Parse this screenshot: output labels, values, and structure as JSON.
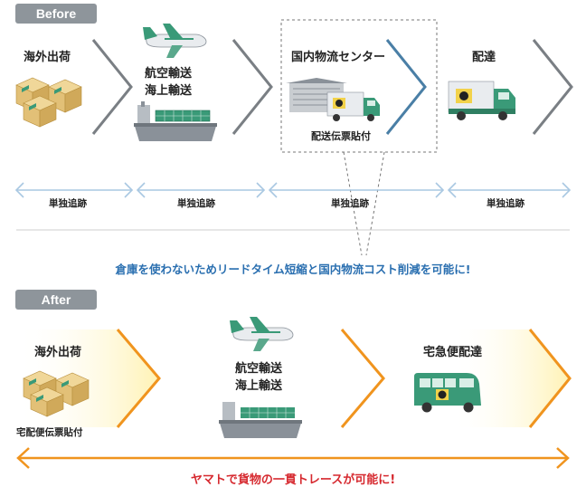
{
  "before": {
    "badge": "Before",
    "steps": [
      "海外出荷",
      "航空輸送\n海上輸送",
      "国内物流センター",
      "配達"
    ],
    "center_sub": "配送伝票貼付",
    "tracking": [
      "単独追跡",
      "単独追跡",
      "単独追跡",
      "単独追跡"
    ],
    "note": "倉庫を使わないためリードタイム短縮と国内物流コスト削減を可能に!"
  },
  "after": {
    "badge": "After",
    "steps": [
      "海外出荷",
      "航空輸送\n海上輸送",
      "宅急便配達"
    ],
    "ship_sub": "宅配便伝票貼付",
    "note": "ヤマトで貨物の一貫トレースが可能に!"
  },
  "colors": {
    "badge_gray": "#8e959b",
    "chevron_gray": "#7a7f84",
    "chevron_blue": "#4a7fa6",
    "track_blue": "#a9c8e2",
    "note_blue": "#2a6fb0",
    "after_orange": "#f0941e",
    "after_red": "#d6292f",
    "glow_yellow": "#fff6c2",
    "truck_green": "#3a9a78",
    "box_tan": "#e2c077"
  },
  "icons": [
    "box-stack-icon",
    "airplane-icon",
    "container-ship-icon",
    "warehouse-icon",
    "delivery-truck-icon",
    "van-icon",
    "chevron-arrow-icon",
    "double-arrow-icon"
  ]
}
